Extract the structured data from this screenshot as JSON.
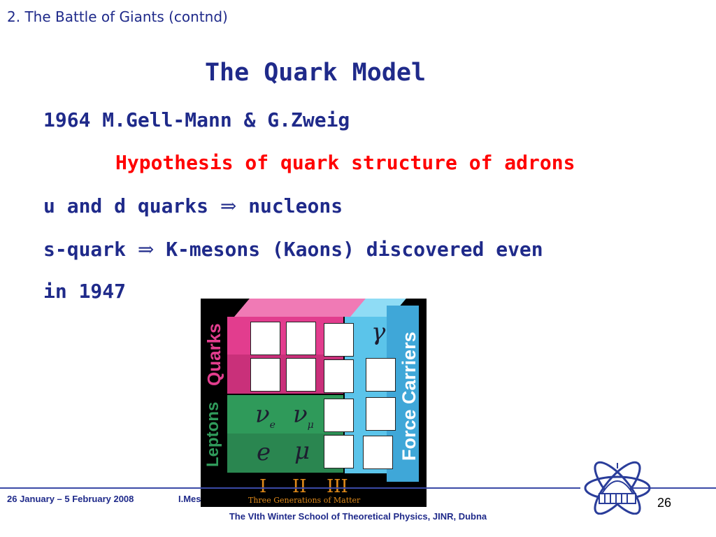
{
  "slide": {
    "section_title": "2. The Battle of Giants (contnd)",
    "title": "The Quark Model",
    "line1": "1964 M.Gell-Mann & G.Zweig",
    "line2": "Hypothesis of quark structure of adrons",
    "line3_a": "u and d quarks",
    "line3_arrow": "⇒",
    "line3_b": "nucleons",
    "line4_a": "s-quark",
    "line4_arrow": "⇒",
    "line4_b": "K-mesons (Kaons) discovered even",
    "line5": "in 1947"
  },
  "figure": {
    "label_quarks": "Quarks",
    "label_leptons": "Leptons",
    "label_force": "Force Carriers",
    "sym_gamma": "γ",
    "sym_ve": "ν",
    "sym_ve_sub": "e",
    "sym_vmu": "ν",
    "sym_vmu_sub": "μ",
    "sym_e": "e",
    "sym_mu": "μ",
    "gen_1": "I",
    "gen_2": "II",
    "gen_3": "III",
    "caption": "Three Generations of Matter",
    "colors": {
      "quark": "#e23d8e",
      "lepton": "#2f9a5a",
      "force": "#5bc4ea",
      "generation": "#e08a1a"
    }
  },
  "footer": {
    "date": "26 January – 5 February 2008",
    "author": "I.Mes",
    "school": "The VIth Winter School of Theoretical Physics, JINR, Dubna",
    "page": "26"
  }
}
